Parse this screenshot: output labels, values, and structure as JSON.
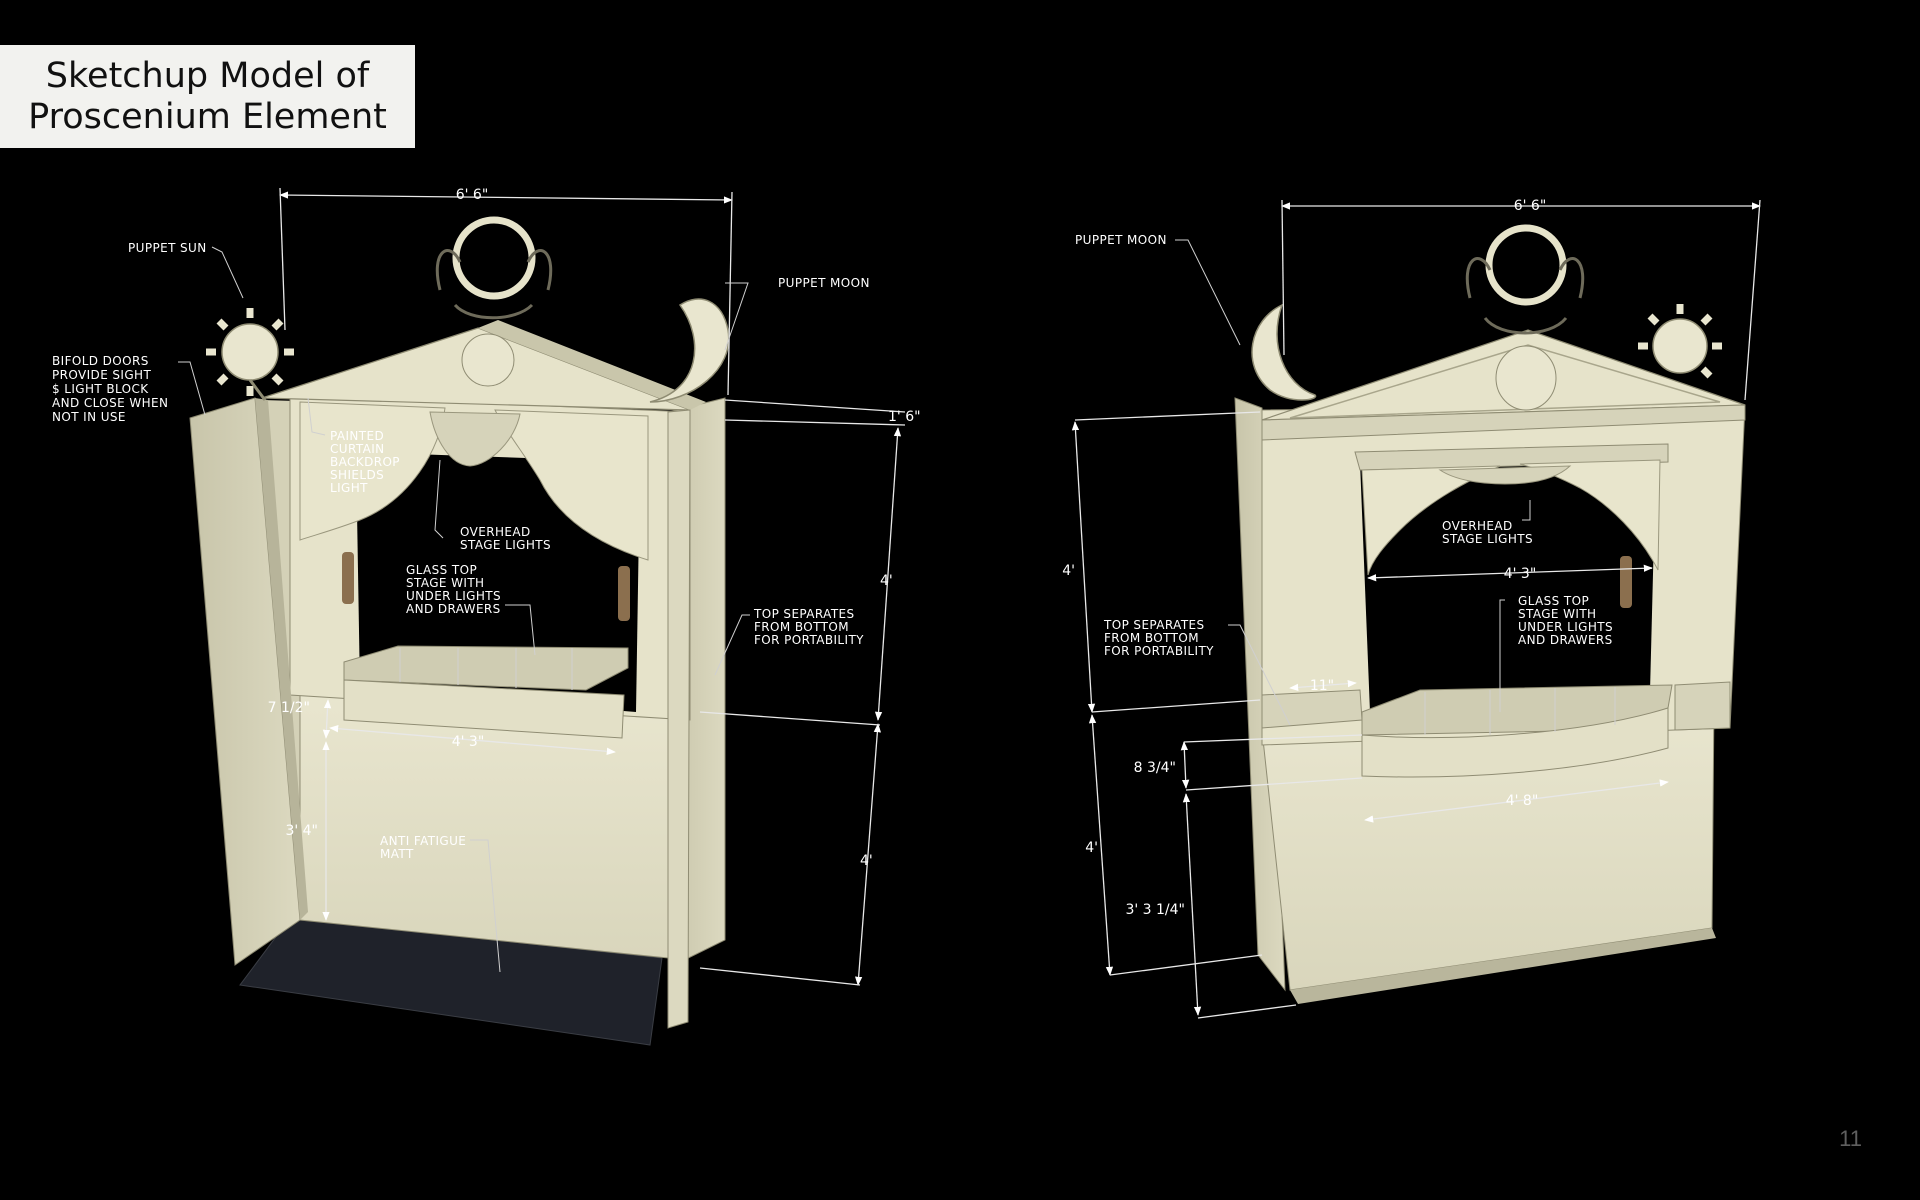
{
  "slide": {
    "title_line1": "Sketchup Model of",
    "title_line2": "Proscenium Element",
    "page_number": "11"
  },
  "colors": {
    "background": "#000000",
    "model_cream": "#e4e1c8",
    "model_shadow": "#b9b69c",
    "mat": "#1f222a",
    "tassel": "#8b6f4e"
  },
  "left_view": {
    "labels": {
      "puppet_sun": "PUPPET SUN",
      "puppet_moon": "PUPPET MOON",
      "bifold_1": "BIFOLD DOORS",
      "bifold_2": "PROVIDE  SIGHT",
      "bifold_3": "$ LIGHT BLOCK",
      "bifold_4": "AND CLOSE WHEN",
      "bifold_5": "NOT IN USE",
      "curtain_1": "PAINTED",
      "curtain_2": "CURTAIN",
      "curtain_3": "BACKDROP",
      "curtain_4": "SHIELDS",
      "curtain_5": "LIGHT",
      "overhead_1": "OVERHEAD",
      "overhead_2": "STAGE LIGHTS",
      "glass_1": "GLASS TOP",
      "glass_2": "STAGE WITH",
      "glass_3": "UNDER LIGHTS",
      "glass_4": "AND DRAWERS",
      "top_sep_1": "TOP SEPARATES",
      "top_sep_2": "FROM BOTTOM",
      "top_sep_3": "FOR PORTABILITY",
      "mat_1": "ANTI FATIGUE",
      "mat_2": "MATT"
    },
    "dims": {
      "width": "6' 6\"",
      "pediment": "1' 6\"",
      "upper": "4'",
      "lower": "4'",
      "stage_depth": "7 1/2\"",
      "stage_width": "4' 3\"",
      "base_height": "3' 4\""
    }
  },
  "right_view": {
    "labels": {
      "puppet_moon": "PUPPET MOON",
      "overhead_1": "OVERHEAD",
      "overhead_2": "STAGE LIGHTS",
      "glass_1": "GLASS TOP",
      "glass_2": "STAGE WITH",
      "glass_3": "UNDER LIGHTS",
      "glass_4": "AND DRAWERS",
      "top_sep_1": "TOP SEPARATES",
      "top_sep_2": "FROM BOTTOM",
      "top_sep_3": "FOR PORTABILITY"
    },
    "dims": {
      "width": "6' 6\"",
      "opening_width": "4' 3\"",
      "side": "11\"",
      "upper": "4'",
      "lower": "4'",
      "stage_front": "8 3/4\"",
      "stage_width": "4' 8\"",
      "base_height": "3' 3 1/4\""
    }
  }
}
